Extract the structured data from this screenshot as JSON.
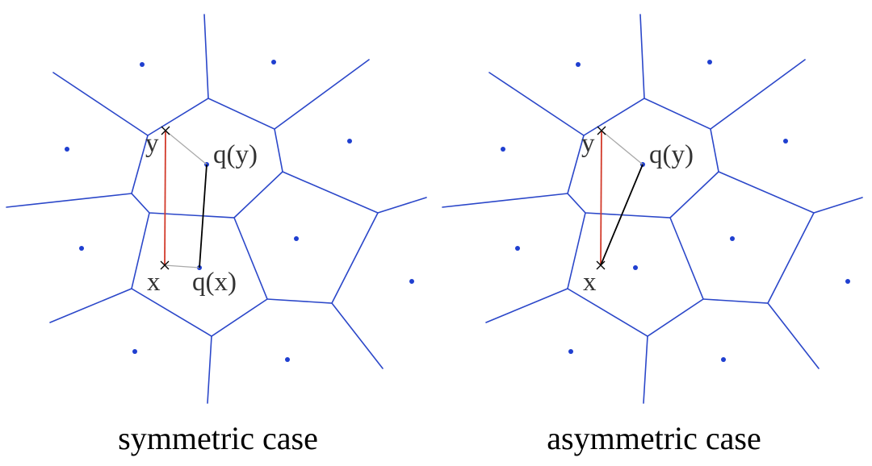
{
  "panels": [
    {
      "id": "symmetric",
      "caption": "symmetric case",
      "labels": {
        "x": "x",
        "y": "y",
        "qx": "q(x)",
        "qy": "q(y)"
      }
    },
    {
      "id": "asymmetric",
      "caption": "asymmetric case",
      "labels": {
        "x": "x",
        "y": "y",
        "qy": "q(y)"
      }
    }
  ],
  "colors": {
    "cell_edge": "#2b47c9",
    "site": "#1f3fd0",
    "segment_xy": "#d23a2a",
    "segment_quantized": "#000000",
    "projection": "#a9a9a9",
    "label_text": "#333333"
  }
}
